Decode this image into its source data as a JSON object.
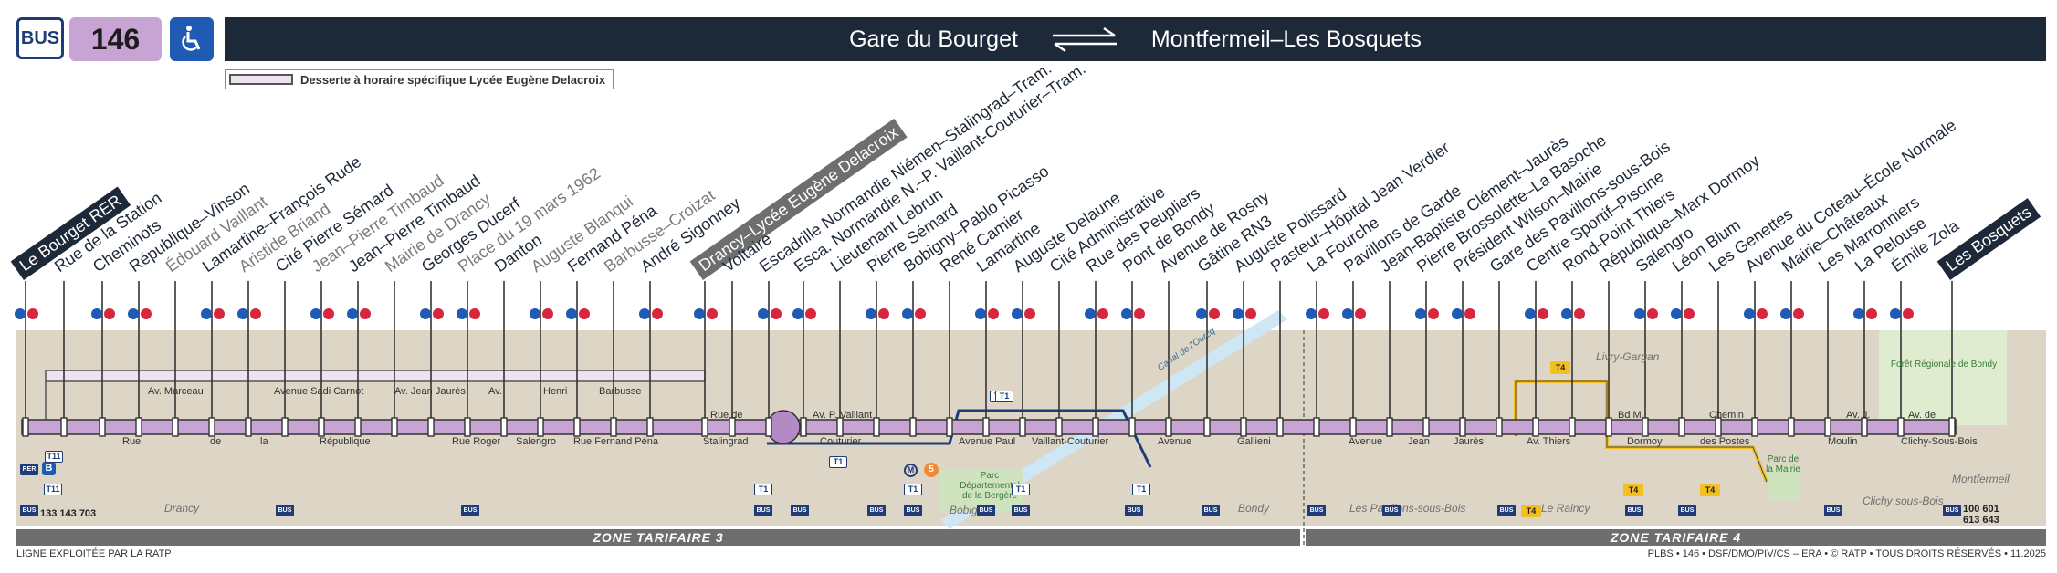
{
  "header": {
    "mode": "BUS",
    "line": "146",
    "from": "Gare du Bourget",
    "to": "Montfermeil–Les Bosquets",
    "accessibility_icon": "wheelchair-icon",
    "arrows_icon": "bidirectional-arrows-icon"
  },
  "legend": {
    "label": "Desserte à horaire spécifique Lycée Eugène Delacroix"
  },
  "colors": {
    "route": "#c8a4d4",
    "header": "#1d2939",
    "bus_badge": "#1f3b78",
    "map": "#ddd5c6",
    "canal": "#cfe6f5",
    "tram_t4": "#f4c020",
    "zone": "#6e6e6e"
  },
  "stops": [
    {
      "name": "Le Bourget RER",
      "style": "terminus"
    },
    {
      "name": "Rue de la Station",
      "style": "normal"
    },
    {
      "name": "Cheminots",
      "style": "normal"
    },
    {
      "name": "République–Vinson",
      "style": "normal"
    },
    {
      "name": "Édouard Vaillant",
      "style": "grey"
    },
    {
      "name": "Lamartine–François Rude",
      "style": "normal"
    },
    {
      "name": "Aristide Briand",
      "style": "grey"
    },
    {
      "name": "Cité Pierre Sémard",
      "style": "normal"
    },
    {
      "name": "Jean–Pierre Timbaud",
      "style": "grey"
    },
    {
      "name": "Jean–Pierre Timbaud",
      "style": "normal"
    },
    {
      "name": "Mairie de Drancy",
      "style": "grey"
    },
    {
      "name": "Georges Ducerf",
      "style": "normal"
    },
    {
      "name": "Place du 19 mars 1962",
      "style": "grey"
    },
    {
      "name": "Danton",
      "style": "normal"
    },
    {
      "name": "Auguste Blanqui",
      "style": "grey"
    },
    {
      "name": "Fernand Péna",
      "style": "normal"
    },
    {
      "name": "Barbusse–Croizat",
      "style": "grey"
    },
    {
      "name": "André Sigonney",
      "style": "normal"
    },
    {
      "name": "Drancy–Lycée Eugène Delacroix",
      "style": "terminus-grey"
    },
    {
      "name": "Voltaire",
      "style": "normal"
    },
    {
      "name": "Escadrille Normandie Niémen–Stalingrad–Tram.",
      "style": "normal"
    },
    {
      "name": "Esca. Normandie N.–P. Vaillant-Couturier–Tram.",
      "style": "normal"
    },
    {
      "name": "Lieutenant Lebrun",
      "style": "normal"
    },
    {
      "name": "Pierre Sémard",
      "style": "normal"
    },
    {
      "name": "Bobigny–Pablo Picasso",
      "style": "normal"
    },
    {
      "name": "René Camier",
      "style": "normal"
    },
    {
      "name": "Lamartine",
      "style": "normal"
    },
    {
      "name": "Auguste Delaune",
      "style": "normal"
    },
    {
      "name": "Cité Administrative",
      "style": "normal"
    },
    {
      "name": "Rue des Peupliers",
      "style": "normal"
    },
    {
      "name": "Pont de Bondy",
      "style": "normal"
    },
    {
      "name": "Avenue de Rosny",
      "style": "normal"
    },
    {
      "name": "Gâtine RN3",
      "style": "normal"
    },
    {
      "name": "Auguste Polissard",
      "style": "normal"
    },
    {
      "name": "Pasteur–Hôpital Jean Verdier",
      "style": "normal"
    },
    {
      "name": "La Fourche",
      "style": "normal"
    },
    {
      "name": "Pavillons de Garde",
      "style": "normal"
    },
    {
      "name": "Jean-Baptiste Clément–Jaurès",
      "style": "normal"
    },
    {
      "name": "Pierre Brossolette–La Basoche",
      "style": "normal"
    },
    {
      "name": "Président Wilson–Mairie",
      "style": "normal"
    },
    {
      "name": "Gare des Pavillons-sous-Bois",
      "style": "normal"
    },
    {
      "name": "Centre Sportif–Piscine",
      "style": "normal"
    },
    {
      "name": "Rond-Point Thiers",
      "style": "normal"
    },
    {
      "name": "République–Marx Dormoy",
      "style": "normal"
    },
    {
      "name": "Salengro",
      "style": "normal"
    },
    {
      "name": "Léon Blum",
      "style": "normal"
    },
    {
      "name": "Les Genettes",
      "style": "normal"
    },
    {
      "name": "Avenue du Coteau–École Normale",
      "style": "normal"
    },
    {
      "name": "Mairie–Châteaux",
      "style": "normal"
    },
    {
      "name": "Les Marronniers",
      "style": "normal"
    },
    {
      "name": "La Pelouse",
      "style": "normal"
    },
    {
      "name": "Émile Zola",
      "style": "normal"
    },
    {
      "name": "Les Bosquets",
      "style": "terminus"
    }
  ],
  "streets": [
    "Av. Marceau",
    "Avenue Sadi Carnot",
    "Av. Jean Jaurès",
    "Av.",
    "Henri",
    "Barbusse",
    "Rue",
    "de",
    "la",
    "République",
    "Rue Roger",
    "Salengro",
    "Rue Fernand Péna",
    "Rue de",
    "Stalingrad",
    "Av. P. Vaillant",
    "Couturier",
    "Avenue Paul",
    "Vaillant-Couturier",
    "Avenue",
    "Gallieni",
    "Avenue",
    "Jean",
    "Jaurès",
    "Av. Thiers",
    "Bd M.",
    "Dormoy",
    "Chemin",
    "des Postes",
    "Av. J.",
    "Moulin",
    "Av. de",
    "Clichy-Sous-Bois"
  ],
  "areas": [
    "Drancy",
    "Bobigny",
    "Bondy",
    "Les Pavillons-sous-Bois",
    "Le Raincy",
    "Livry-Gargan",
    "Clichy sous-Bois",
    "Montfermeil"
  ],
  "green_areas": [
    "Parc Départemental de la Bergère",
    "Parc de la Mairie",
    "Forêt Régionale de Bondy"
  ],
  "canal": "Canal de l'Ourcq",
  "connections": {
    "start_buses": "133 143 703",
    "end_buses": "100 601\n613 643",
    "rer": "RER",
    "rer_line": "B",
    "tram_t11": "T11",
    "tram_t1": "T1",
    "tram_t4": "T4",
    "metro": "M",
    "metro_line": "5",
    "bus": "BUS"
  },
  "zones": {
    "zone3": "ZONE TARIFAIRE 3",
    "zone4": "ZONE TARIFAIRE 4"
  },
  "footer": {
    "left": "LIGNE EXPLOITÉE PAR LA RATP",
    "right": "PLBS • 146 • DSF/DMO/PIV/CS – ERA • © RATP • TOUS DROITS RÉSERVÉS • 11.2025"
  }
}
